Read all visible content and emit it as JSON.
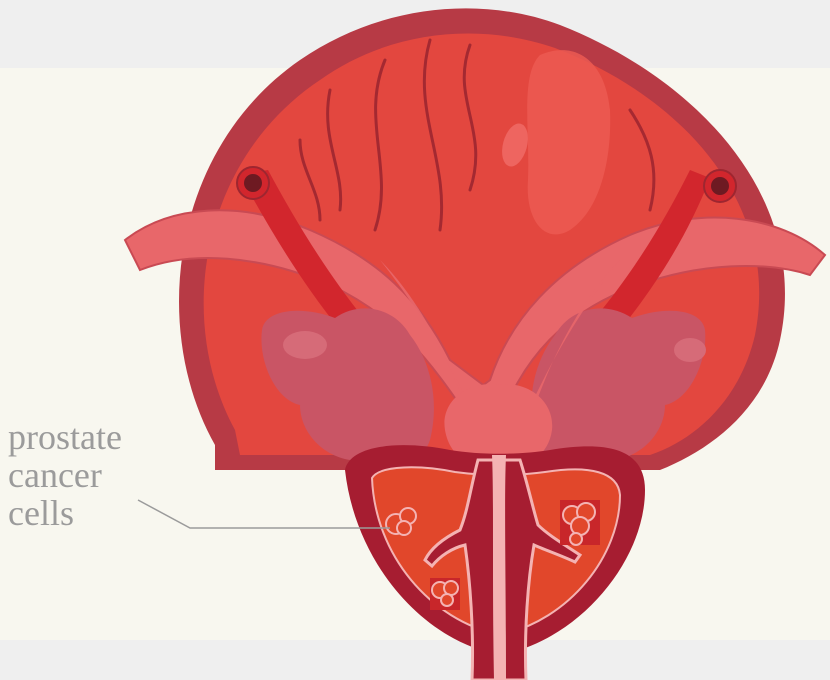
{
  "label": {
    "lines": [
      "prostate",
      "cancer",
      "cells"
    ]
  },
  "colors": {
    "background": "#efefef",
    "panel": "#f8f7ef",
    "bladder_outer": "#b73a45",
    "bladder_inner": "#e3473f",
    "vessel": "#d2262d",
    "ureter": "#e8676a",
    "seminal_vesicle": "#c95565",
    "prostate_outer": "#a61d31",
    "prostate_inner": "#e1472b",
    "urethra": "#f4b3b3",
    "tumor": "#e1472b",
    "label_text": "#9b9b9b"
  }
}
